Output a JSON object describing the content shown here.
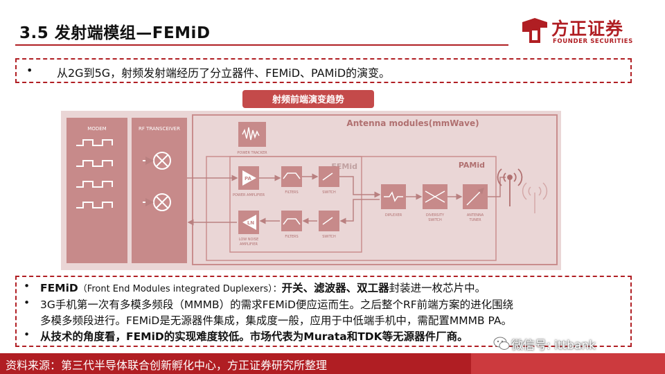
{
  "header": {
    "title": "3.5 发射端模组—FEMiD",
    "logo_cn": "方正证券",
    "logo_en": "FOUNDER SECURITIES"
  },
  "summary": {
    "bullet": "•",
    "text": "从2G到5G，射频发射端经历了分立器件、FEMiD、PAMiD的演变。"
  },
  "diagram": {
    "banner": "射频前端演变趋势",
    "modem": "MODEM",
    "rf_transceiver": "RF TRANSCEIVER",
    "antenna_modules": "Antenna modules(mmWave)",
    "power_tracker": "POWER TRACKER",
    "femid": "FEMid",
    "pamid": "PAMid",
    "pa": "PA",
    "ln": "LN",
    "power_amplifier": "POWER AMPLIFIER",
    "low_noise_amplifier_1": "LOW NOISE",
    "low_noise_amplifier_2": "AMPLIFIER",
    "filters_top": "FILTERS",
    "filters_bottom": "FILTERS",
    "switch_top": "SWITCH",
    "switch_bottom": "SWITCH",
    "diplexer": "DIPLEXER",
    "diversity_switch_1": "DIVERSITY",
    "diversity_switch_2": "SWITCH",
    "antenna_tuner_1": "ANTENNA",
    "antenna_tuner_2": "TUNER"
  },
  "details": {
    "l1_bold": "FEMiD",
    "l1_paren": "（Front End Modules integrated Duplexers）：",
    "l1_bold2": "开关、滤波器、双工器",
    "l1_tail": "封装进一枚芯片中。",
    "l2": "3G手机第一次有多模多频段（MMMB）的需求FEMiD便应运而生。之后整个RF前端方案的进化围绕",
    "l3": "多模多频段进行。FEMiD是无源器件集成，集成度一般，应用于中低端手机中，需配置MMMB PA。",
    "l4": "从技术的角度看，FEMiD的实现难度较低。市场代表为Murata和TDK等无源器件厂商。"
  },
  "footer": {
    "source": "资料来源：第三代半导体联合创新孵化中心，方正证券研究所整理",
    "watermark": "微信号: ittbank"
  },
  "colors": {
    "brand": "#b01e23",
    "diagram_bg": "#ead6d6",
    "diagram_line": "#c98d8d"
  }
}
